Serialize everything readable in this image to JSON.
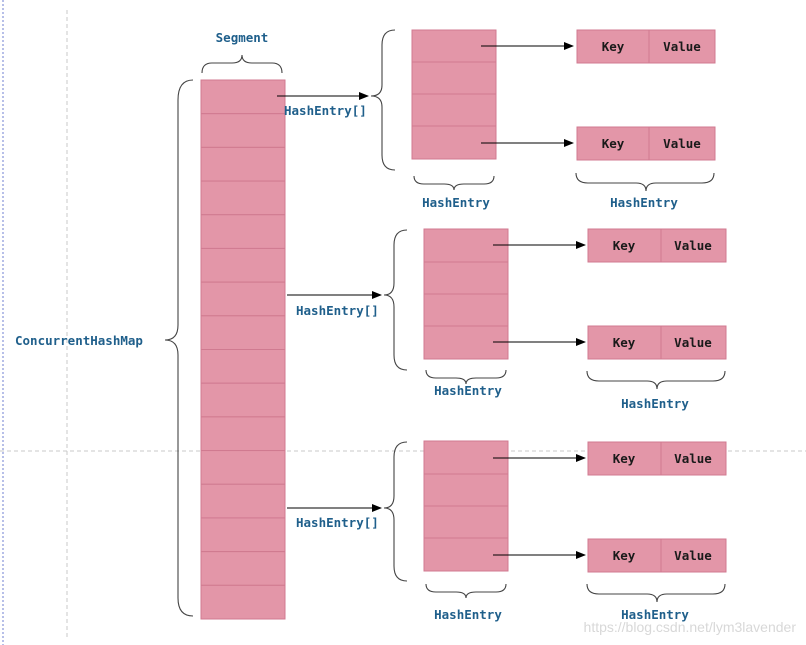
{
  "labels": {
    "segment": "Segment",
    "concurrent_hash_map": "ConcurrentHashMap",
    "hash_entry_array": "HashEntry[]",
    "hash_entry": "HashEntry",
    "key": "Key",
    "value": "Value"
  },
  "watermark": "https://blog.csdn.net/lym3lavender",
  "colors": {
    "cell_fill": "#e396a8",
    "cell_border": "#d07a90",
    "label_text": "#1f5f8b",
    "kv_text": "#1a1a1a",
    "arrow": "#000000"
  },
  "segment_count": 16,
  "hash_entry_table_count": 3
}
